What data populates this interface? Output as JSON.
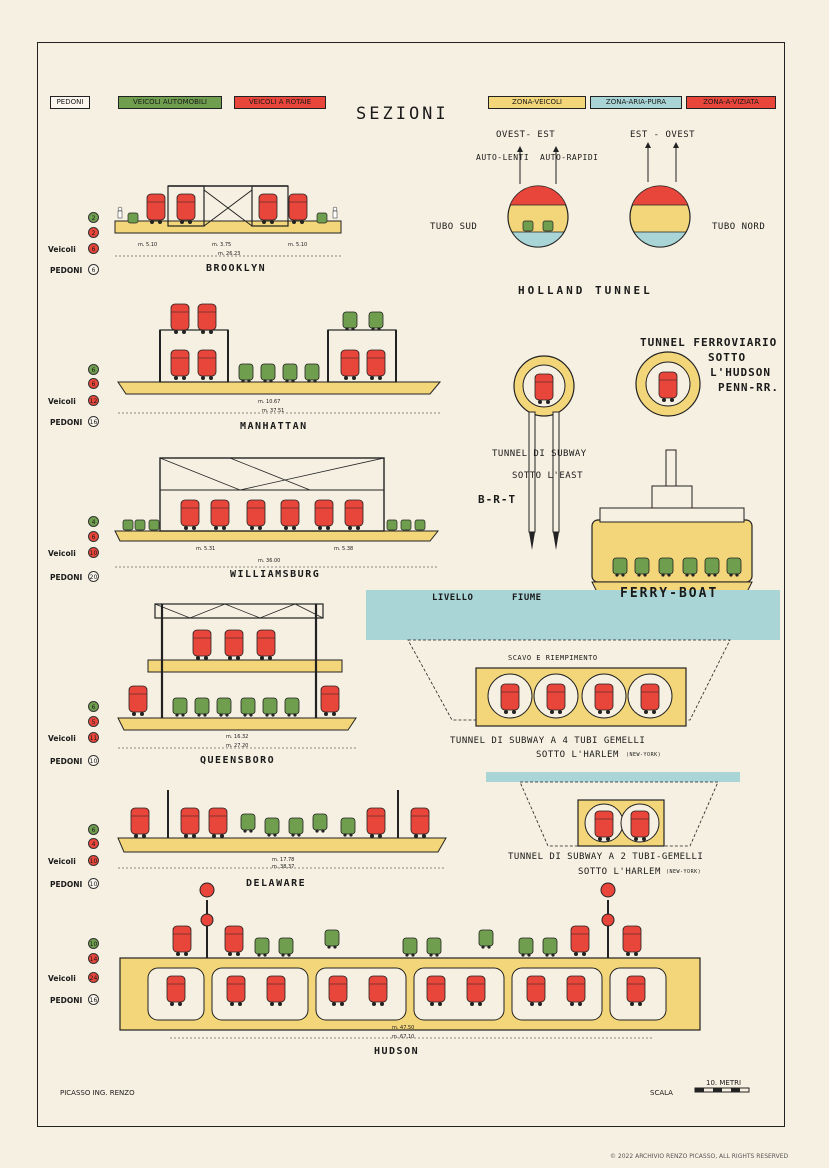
{
  "legend": {
    "pedoni": "PEDONI",
    "veicoli_automobili": "VEICOLI AUTOMOBILI",
    "veicoli_a_rotaie": "VEICOLI A ROTAIE",
    "zona_veicoli": "ZONA-VEICOLI",
    "zona_aria_pura": "ZONA-ARIA-PURA",
    "zona_a_viziata": "ZONA-A-VIZIATA"
  },
  "colors": {
    "red": "#e8453b",
    "green": "#6f9e4f",
    "yellow": "#f3d67a",
    "water": "#a9d5d6",
    "paper": "#f6f0e2"
  },
  "title": "SEZIONI",
  "bridges": {
    "brooklyn": {
      "name": "BROOKLYN",
      "counts": [
        "2",
        "2",
        "6",
        "6"
      ],
      "dims": [
        "m. 5.10",
        "m. 3.75",
        "m. 5.10",
        "m. 26.23"
      ]
    },
    "manhattan": {
      "name": "MANHATTAN",
      "counts": [
        "6",
        "6",
        "12",
        "16"
      ],
      "dims": [
        "m. 10.67",
        "m. 37.51"
      ]
    },
    "williamsburg": {
      "name": "WILLIAMSBURG",
      "counts": [
        "4",
        "6",
        "10",
        "20"
      ],
      "dims": [
        "m. 5.31",
        "m. 5.38",
        "m. 36.00"
      ]
    },
    "queensboro": {
      "name": "QUEENSBORO",
      "counts": [
        "6",
        "5",
        "11",
        "10"
      ],
      "dims": [
        "m. 16.32",
        "m. 27.20"
      ]
    },
    "delaware": {
      "name": "DELAWARE",
      "counts": [
        "6",
        "4",
        "10",
        "10"
      ],
      "dims": [
        "m. 17.78",
        "m. 38.37"
      ]
    },
    "hudson": {
      "name": "HUDSON",
      "counts": [
        "10",
        "14",
        "24",
        "16"
      ],
      "dims": [
        "m. 47.50",
        "m. 67.10"
      ]
    }
  },
  "side_labels": {
    "veicoli": "Veicoli",
    "pedoni": "PEDONI"
  },
  "holland": {
    "dir_left": "OVEST- EST",
    "auto_lenti": "AUTO-LENTI",
    "auto_rapidi": "AUTO-RAPIDI",
    "dir_right": "EST - OVEST",
    "tubo_sud": "TUBO SUD",
    "tubo_nord": "TUBO NORD",
    "name": "HOLLAND TUNNEL"
  },
  "rail_tunnel": {
    "line1": "TUNNEL FERROVIARIO",
    "line2": "SOTTO",
    "line3": "L'HUDSON",
    "line4": "PENN-RR."
  },
  "subway_east": {
    "line1": "TUNNEL DI SUBWAY",
    "line2": "SOTTO L'EAST",
    "brt": "B-R-T"
  },
  "ferry": {
    "name": "FERRY-BOAT"
  },
  "river": {
    "level": "LIVELLO",
    "fiume": "FIUME",
    "scavo": "SCAVO E RIEMPIMENTO"
  },
  "harlem4": {
    "line1": "TUNNEL DI SUBWAY A 4 TUBI GEMELLI",
    "line2": "SOTTO L'HARLEM",
    "ny": "(NEW-YORK)"
  },
  "harlem2": {
    "line1": "TUNNEL DI SUBWAY A 2 TUBI-GEMELLI",
    "line2": "SOTTO L'HARLEM",
    "ny": "(NEW-YORK)"
  },
  "footer": {
    "author": "PICASSO ING. RENZO",
    "scala": "SCALA",
    "metri": "10. METRI",
    "copyright": "© 2022 ARCHIVIO RENZO PICASSO, ALL RIGHTS RESERVED"
  }
}
